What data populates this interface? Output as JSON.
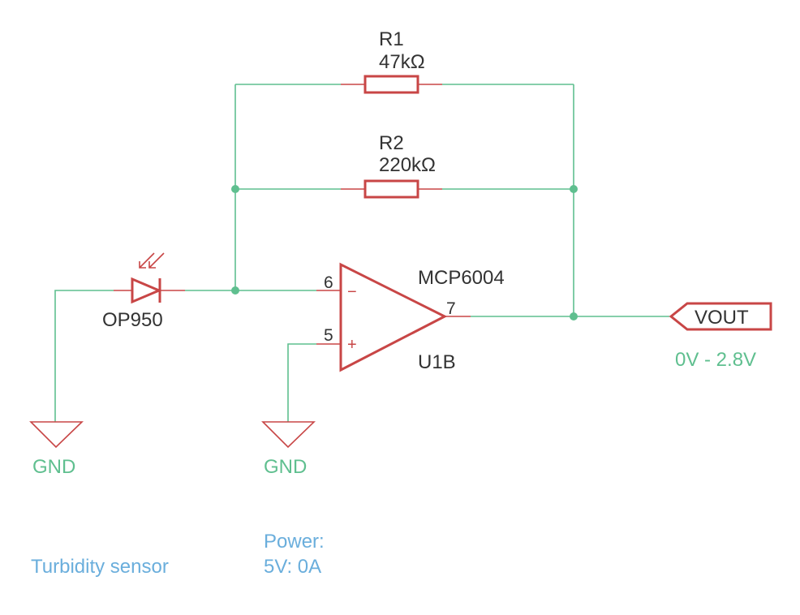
{
  "components": {
    "r1": {
      "ref": "R1",
      "value": "47kΩ"
    },
    "r2": {
      "ref": "R2",
      "value": "220kΩ"
    },
    "opamp": {
      "part": "MCP6004",
      "ref": "U1B",
      "pin_inverting": "6",
      "pin_noninverting": "5",
      "pin_output": "7",
      "minus_sign": "−",
      "plus_sign": "+"
    },
    "photodiode": {
      "part": "OP950"
    },
    "output_port": {
      "label": "VOUT",
      "range": "0V - 2.8V"
    }
  },
  "power_symbols": [
    {
      "label": "GND"
    },
    {
      "label": "GND"
    }
  ],
  "notes": {
    "title": "Turbidity sensor",
    "power_heading": "Power:",
    "power_value": "5V: 0A"
  },
  "colors": {
    "wire": "#5fbf8f",
    "component": "#c84646",
    "text": "#333333",
    "note": "#6aaedc"
  }
}
